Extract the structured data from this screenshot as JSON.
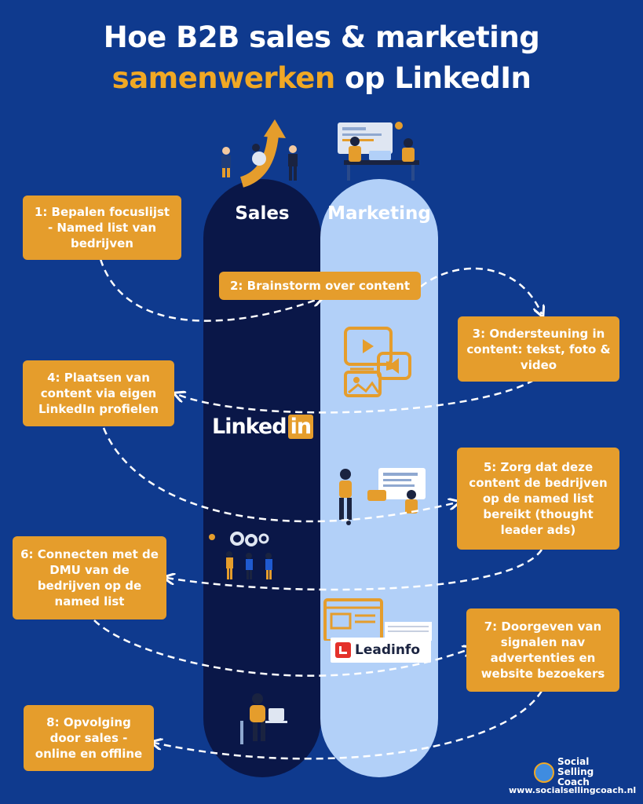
{
  "title": {
    "line1": "Hoe B2B sales & marketing",
    "line2_highlight": "samenwerken",
    "line2_rest": "op LinkedIn"
  },
  "columns": {
    "sales_label": "Sales",
    "marketing_label": "Marketing"
  },
  "steps": [
    {
      "lines": [
        "1: Bepalen focuslijst",
        "- Named list van",
        "bedrijven"
      ]
    },
    {
      "lines": [
        "2: Brainstorm over content"
      ]
    },
    {
      "lines": [
        "3: Ondersteuning in",
        "content: tekst, foto &",
        "video"
      ]
    },
    {
      "lines": [
        "4: Plaatsen van",
        "content via eigen",
        "LinkedIn profielen"
      ]
    },
    {
      "lines": [
        "5: Zorg dat deze",
        "content de bedrijven",
        "op de named list",
        "bereikt  (thought",
        "leader ads)"
      ]
    },
    {
      "lines": [
        "6: Connecten met de",
        "DMU van de",
        "bedrijven op de",
        "named list"
      ]
    },
    {
      "lines": [
        "7: Doorgeven van",
        "signalen nav",
        "advertenties en",
        "website bezoekers"
      ]
    },
    {
      "lines": [
        "8: Opvolging",
        "door sales -",
        "online en offline"
      ]
    }
  ],
  "logos": {
    "linkedin_text": "Linked",
    "linkedin_in": "in",
    "leadinfo": "Leadinfo"
  },
  "footer": {
    "brand": "Social Selling Coach",
    "url": "www.socialsellingcoach.nl"
  },
  "colors": {
    "background": "#0f3a8e",
    "accent": "#e59d2c",
    "sales_column": "#0a1748",
    "marketing_column": "#b2d0f8"
  }
}
